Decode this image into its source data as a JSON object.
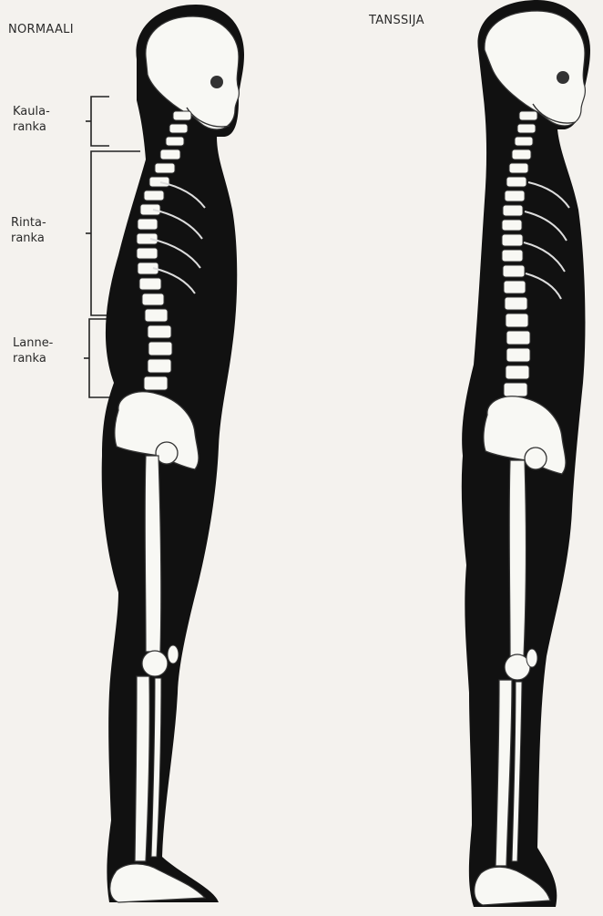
{
  "left_figure": {
    "title": "NORMAALI",
    "segments": [
      {
        "line1": "Kaula-",
        "line2": "ranka"
      },
      {
        "line1": "Rinta-",
        "line2": "ranka"
      },
      {
        "line1": "Lanne-",
        "line2": "ranka"
      }
    ]
  },
  "right_figure": {
    "title": "TANSSIJA"
  },
  "colors": {
    "paper": "#f4f2ee",
    "body": "#111111",
    "bone": "#f8f8f4",
    "ink": "#2a2a2a"
  }
}
